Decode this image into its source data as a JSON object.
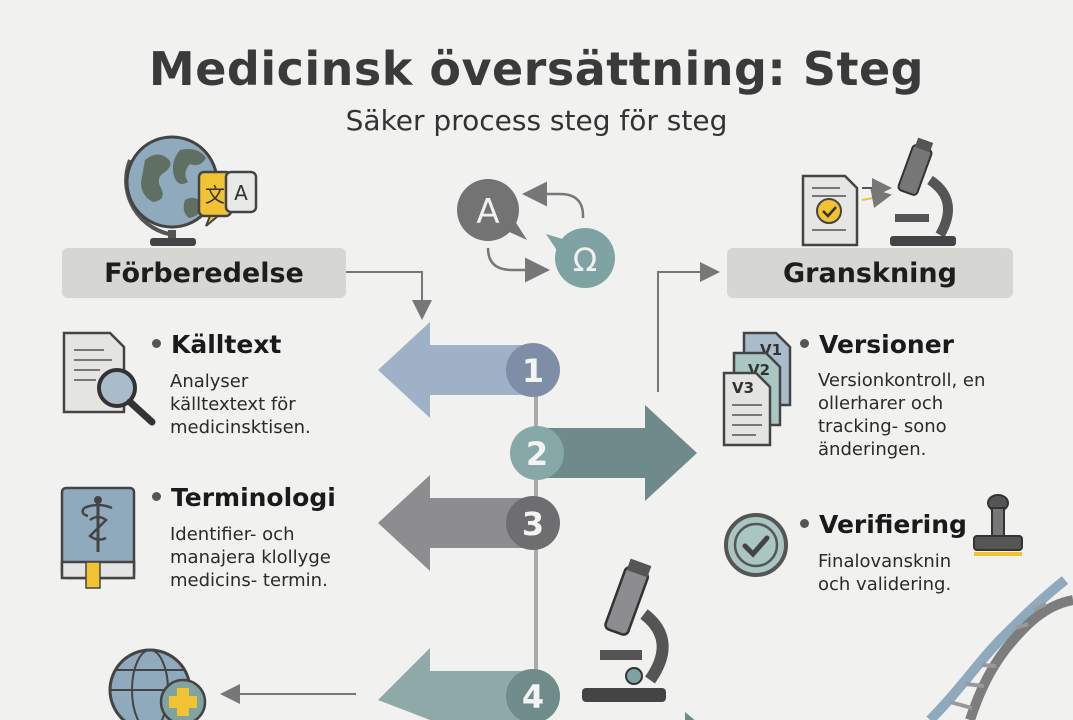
{
  "title": "Medicinsk översättning: Steg",
  "subtitle": "Säker process steg för steg",
  "left": {
    "header": "Förberedelse",
    "items": [
      {
        "title": "Källtext",
        "lines": [
          "Analyser",
          "källtextext för",
          "medicinsktisen."
        ]
      },
      {
        "title": "Terminologi",
        "lines": [
          "Identifier- och",
          "manajera klollyge",
          "medicins- termin."
        ]
      }
    ]
  },
  "right": {
    "header": "Granskning",
    "items": [
      {
        "title": "Versioner",
        "lines": [
          "Versionkontroll, en",
          "ollerharer och",
          "tracking- sono",
          "änderingen."
        ]
      },
      {
        "title": "Verifiering",
        "lines": [
          "Finalovansknin",
          "och validering."
        ]
      }
    ]
  },
  "steps": [
    {
      "number": "1",
      "direction": "left",
      "color": "#9fb1c6"
    },
    {
      "number": "2",
      "direction": "right",
      "color": "#6f8a8a"
    },
    {
      "number": "3",
      "direction": "left",
      "color": "#8d8d8f"
    },
    {
      "number": "4",
      "direction": "left",
      "color": "#8fa9a8"
    }
  ],
  "icons": {
    "translate_bubble_a": "A",
    "translate_bubble_omega": "Ω",
    "translate_card_glyph": "文",
    "translate_card_letter": "A",
    "version_labels": [
      "V1",
      "V2",
      "V3"
    ]
  },
  "colors": {
    "background": "#f1f1ef",
    "header_fill": "#d6d6d3",
    "accent_teal": "#7fa3a3",
    "accent_slate": "#8d8d8f",
    "accent_blue": "#9fb1c6",
    "highlight_yellow": "#f1c232"
  }
}
